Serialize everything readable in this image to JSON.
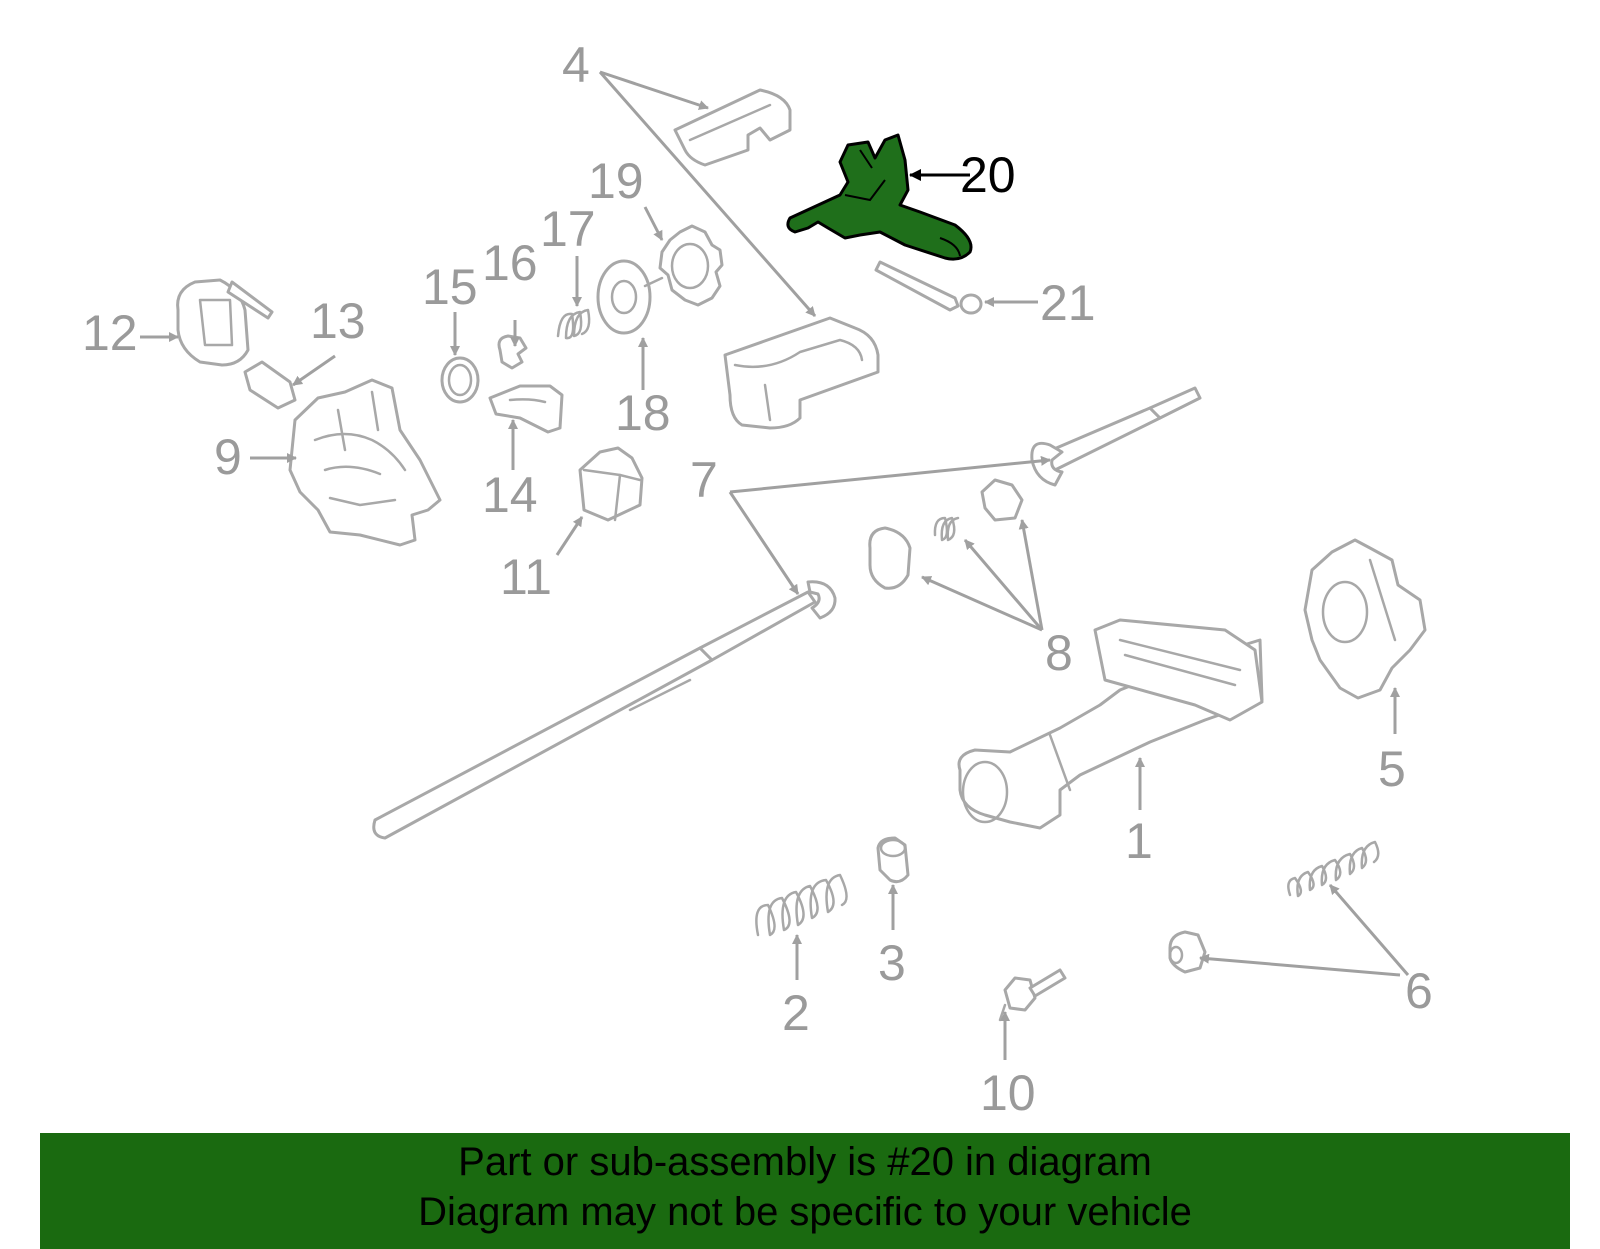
{
  "callouts": {
    "c1": "1",
    "c2": "2",
    "c3": "3",
    "c4": "4",
    "c5": "5",
    "c6": "6",
    "c7": "7",
    "c8": "8",
    "c9": "9",
    "c10": "10",
    "c11": "11",
    "c12": "12",
    "c13": "13",
    "c14": "14",
    "c15": "15",
    "c16": "16",
    "c17": "17",
    "c18": "18",
    "c19": "19",
    "c20": "20",
    "c21": "21"
  },
  "highlighted_part": "20",
  "colors": {
    "highlight_fill": "#1f6f1b",
    "banner_background": "#1a6a10",
    "part_outline": "#a8a8a8",
    "callout_text": "#9a9a9a"
  },
  "banner": {
    "line1": "Part or sub-assembly is #20 in diagram",
    "line2": "Diagram may not be specific to your vehicle"
  }
}
